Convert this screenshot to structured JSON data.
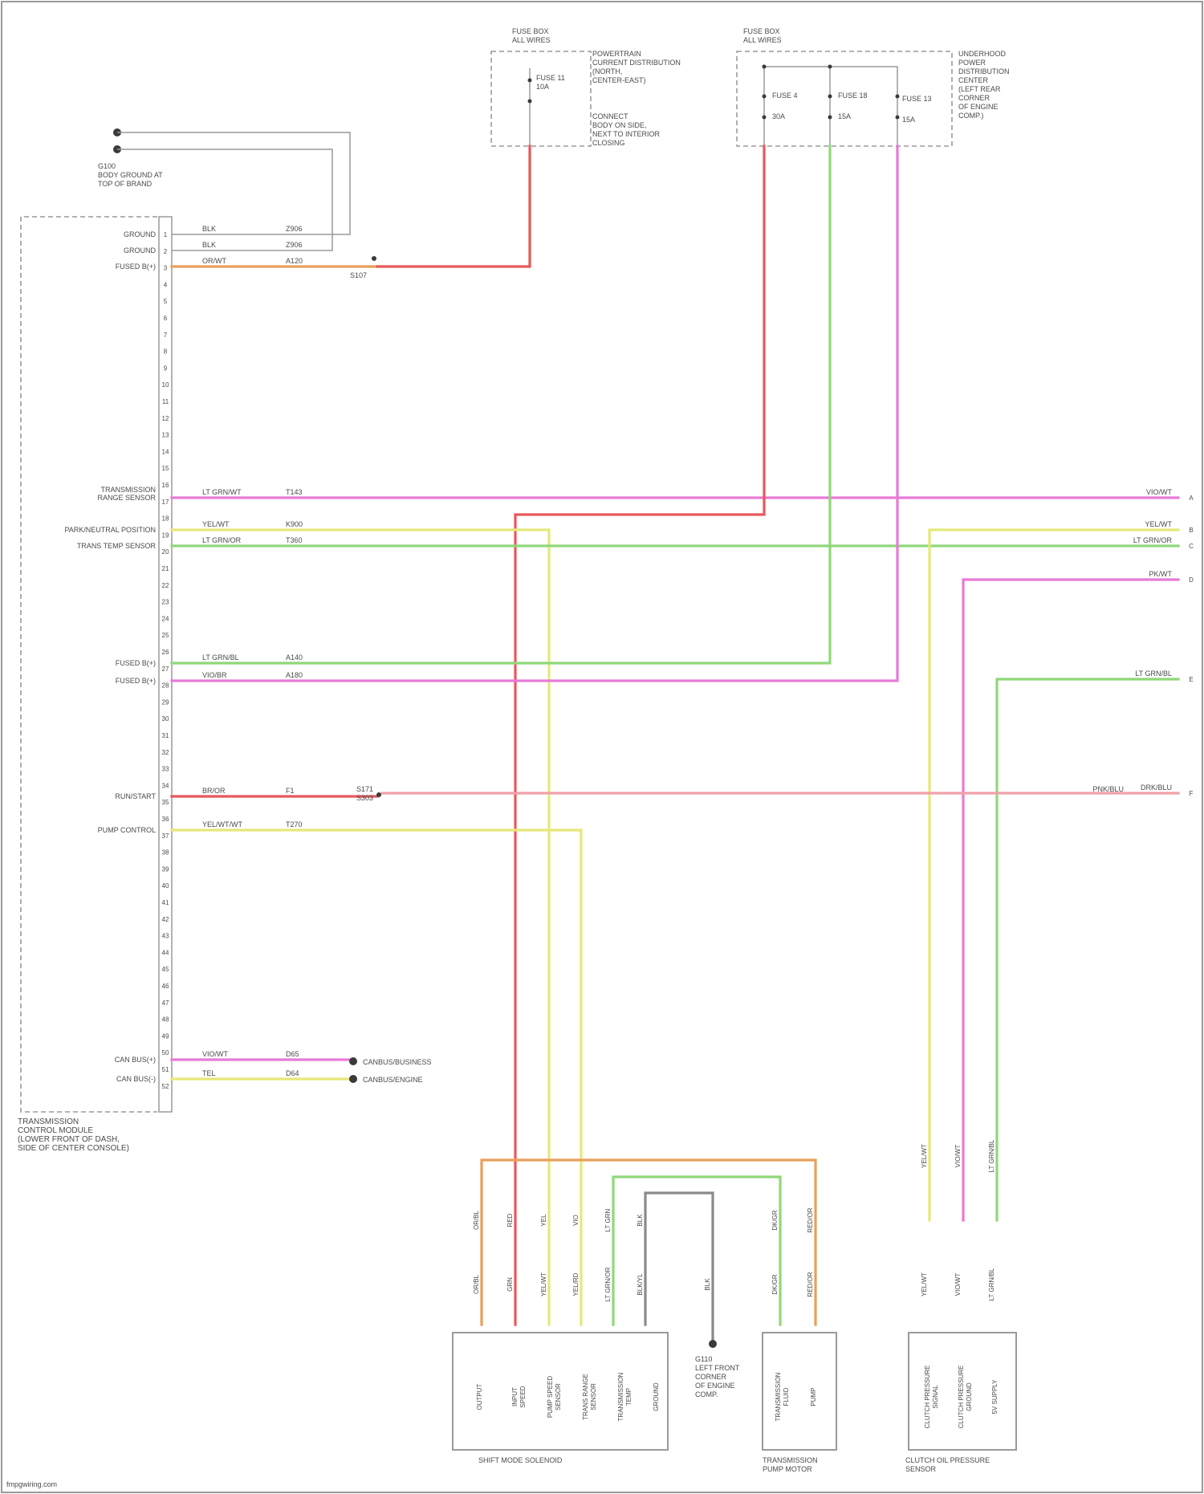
{
  "colors": {
    "pink": "#e87ad8",
    "red": "#e8585a",
    "yellow": "#e6e87a",
    "green": "#8fd87a",
    "orange": "#e8a05a",
    "gray": "#8a8a8a",
    "frame": "#9a9a9a"
  },
  "texts": {
    "fuse_box_left_title": "FUSE BOX\nALL WIRES",
    "fuse_box_left_note": "POWERTRAIN\nCURRENT DISTRIBUTION\n(NORTH,\nCENTER-EAST)",
    "fuse_box_left_fuse": "FUSE 11\n10A",
    "fuse_box_left_loc": "CONNECT\nBODY ON SIDE,\nNEXT TO INTERIOR\nCLOSING",
    "fuse_box_right_title": "FUSE BOX\nALL WIRES",
    "fuse_box_right_note": "UNDERHOOD\nPOWER\nDISTRIBUTION\nCENTER\n(LEFT REAR\nCORNER\nOF ENGINE\nCOMP.)",
    "fuse_box_right_fuses": [
      "FUSE 4\n30A",
      "FUSE 18\n15A",
      "FUSE 13\n15A"
    ],
    "ground_note": "G100\nBODY GROUND AT\nTOP OF BRAND",
    "tcm_label": "TRANSMISSION\nCONTROL MODULE\n(LOWER FRONT OF DASH,\nSIDE OF CENTER CONSOLE)",
    "tcm_left_pins": [
      "GROUND",
      "GROUND",
      "FUSED B(+)",
      "TRANSMISSION\nRANGE SENSOR",
      "PARK/NEUTRAL POSITION",
      "TRANS TEMP SENSOR",
      "FUSED B(+)",
      "FUSED B(+)",
      "RUN/START",
      "PUMP CONTROL",
      "CAN BUS(+)",
      "CAN BUS(-)"
    ],
    "tcm_wire_colors": [
      "BLK",
      "BLK",
      "OR/WT",
      "LT GRN/WT",
      "YEL/WT",
      "LT GRN/OR",
      "LT GRN/BL",
      "VIO/BR",
      "BR/OR",
      "YEL/WT/WT",
      "VIO/WT",
      "TEL"
    ],
    "tcm_circuit_numbers": [
      "Z906",
      "Z906",
      "A120",
      "T143",
      "K900",
      "T360",
      "A140",
      "A180",
      "F1",
      "T270",
      "D65",
      "D64"
    ],
    "right_edge_labels": [
      "VIO/WT",
      "YEL/WT",
      "LT GRN/OR",
      "PK/WT",
      "LT GRN/BL",
      "DRK/BLU"
    ],
    "splice_left": "S107",
    "splice_red": "S171\nS303",
    "pink_red_right": "PNK/BLU",
    "canbus_dest": [
      "CANBUS/BUSINESS",
      "CANBUS/ENGINE"
    ],
    "bottom_wire_tags_left": [
      "OR/BL",
      "RED",
      "YEL",
      "VIO",
      "LT GRN",
      "BLK",
      "DK/GR",
      "RED/OR"
    ],
    "bottom_wire_tags_left2": [
      "OR/BL",
      "GRN",
      "YEL/WT",
      "YEL/RD",
      "LT GRN/OR",
      "BLK/YL",
      "BLK",
      "DK/GR",
      "RED/OR"
    ],
    "bottom_wire_tags_right": [
      "YEL/WT",
      "VIO/WT",
      "LT GRN/BL"
    ],
    "bottom_wire_tags_right2": [
      "YEL/WT",
      "VIO/WT",
      "LT GRN/BL"
    ],
    "shift_comp_pins": [
      "OUTPUT",
      "INPUT\nSPEED",
      "PUMP SPEED\nSENSOR",
      "TRANS RANGE\nSENSOR",
      "TRANSMISSION\nTEMP",
      "GROUND"
    ],
    "shift_comp_label": "SHIFT MODE SOLENOID",
    "ground_s110": "G110\nLEFT FRONT\nCORNER\nOF ENGINE\nCOMP.",
    "pump_pins": [
      "TRANSMISSION\nFLUID",
      "PUMP"
    ],
    "pump_label": "TRANSMISSION\nPUMP MOTOR",
    "clutch_pins": [
      "CLUTCH PRESSURE\nSIGNAL",
      "CLUTCH PRESSURE\nGROUND",
      "5V SUPPLY"
    ],
    "clutch_label": "CLUTCH OIL PRESSURE\nSENSOR",
    "watermark": "fmpgwiring.com"
  }
}
